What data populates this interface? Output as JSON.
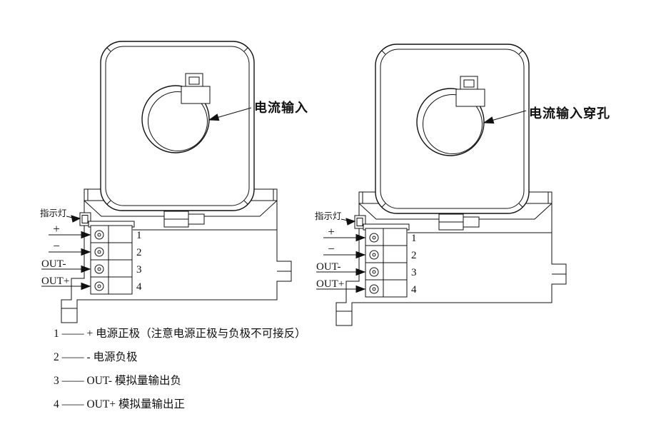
{
  "page": {
    "background_color": "#ffffff",
    "line_color": "#111111"
  },
  "devices": [
    {
      "name": "left-transducer",
      "indicator_label": "指示灯",
      "terminal_labels": [
        "+",
        "−",
        "OUT-",
        "OUT+"
      ],
      "terminal_numbers": [
        "1",
        "2",
        "3",
        "4"
      ],
      "annotation": "电流输入"
    },
    {
      "name": "right-transducer",
      "indicator_label": "指示灯",
      "terminal_labels": [
        "+",
        "−",
        "OUT-",
        "OUT+"
      ],
      "terminal_numbers": [
        "1",
        "2",
        "3",
        "4"
      ],
      "annotation": "电流输入穿孔"
    }
  ],
  "legend": {
    "items": [
      "1 —— + 电源正极（注意电源正极与负极不可接反）",
      "2 —— - 电源负极",
      "3 —— OUT- 模拟量输出负",
      "4 —— OUT+ 模拟量输出正"
    ]
  }
}
